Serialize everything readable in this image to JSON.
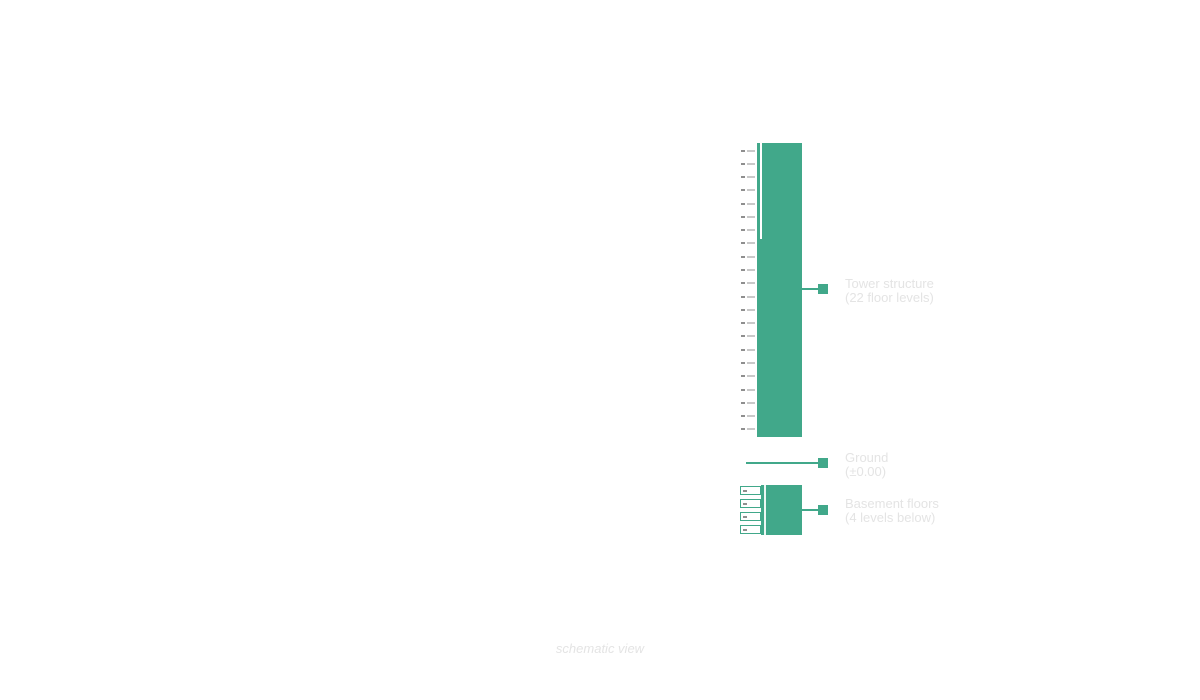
{
  "palette": {
    "accent": "#41a88a",
    "label": "#e4e4e4"
  },
  "stack": {
    "rows": [
      "",
      "",
      "",
      "",
      "",
      "",
      "",
      "",
      "",
      "",
      "",
      "",
      "",
      "",
      "",
      "",
      "",
      "",
      "",
      "",
      "",
      ""
    ]
  },
  "basement": {
    "rows": [
      "",
      "",
      "",
      ""
    ]
  },
  "callouts": {
    "tower": {
      "line1": "Tower structure",
      "line2": "(22 floor levels)"
    },
    "ground": {
      "line1": "Ground",
      "line2": "(±0.00)"
    },
    "basement": {
      "line1": "Basement floors",
      "line2": "(4 levels below)"
    }
  },
  "footer": {
    "caption": "schematic view"
  }
}
